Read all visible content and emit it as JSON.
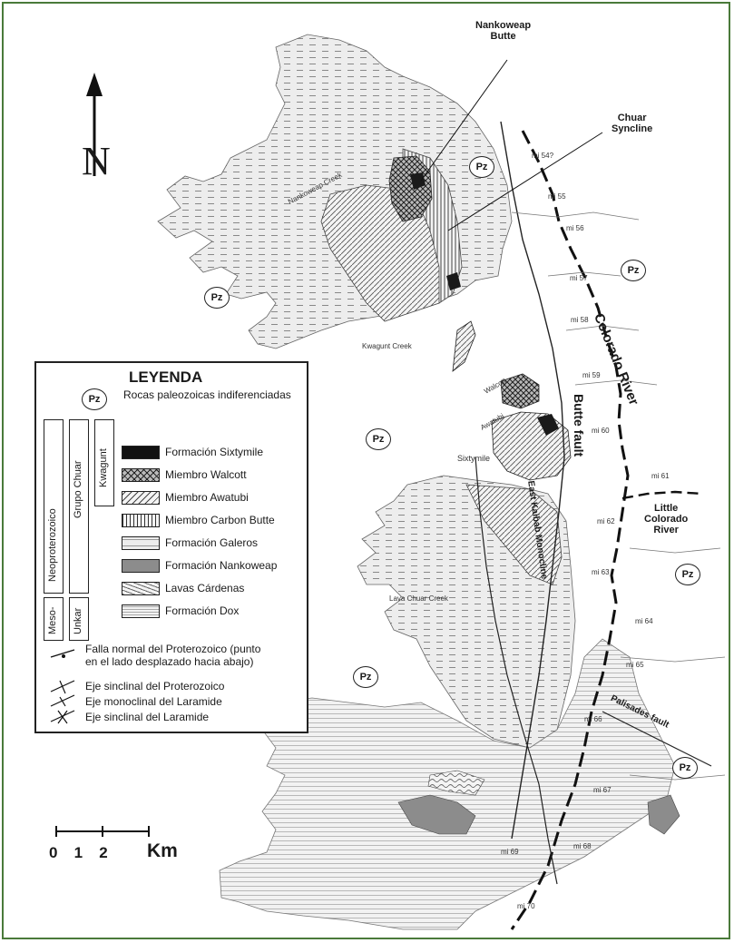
{
  "labels": {
    "nankoweap_butte": "Nankoweap\nButte",
    "chuar_syncline": "Chuar\nSyncline",
    "colorado_river": "Colorado River",
    "butte_fault": "Butte fault",
    "east_kaibab": "East Kaibab Monocline",
    "little_colorado": "Little\nColorado\nRiver",
    "palisades_fault": "Palisades fault",
    "kwagunt_creek": "Kwagunt Creek",
    "lava_chuar_creek": "Lava Chuar Creek",
    "nankoweap_creek": "Nankoweap Creek",
    "walcott": "Walcott",
    "awatubi": "Awatubi",
    "sixtymile": "Sixtymile",
    "pz": "Pz"
  },
  "river_miles": [
    "mi 54?",
    "mi 55",
    "mi 56",
    "mi 57",
    "mi 58",
    "mi 59",
    "mi 60",
    "mi 61",
    "mi 62",
    "mi 63",
    "mi 64",
    "mi 65",
    "mi 66",
    "mi 67",
    "mi 68",
    "mi 69",
    "mi 70"
  ],
  "legend": {
    "title": "LEYENDA",
    "pz_label": "Rocas paleozoicas indiferenciadas",
    "groups": {
      "neo": "Neoproterozoico",
      "chuar": "Grupo Chuar",
      "kwagunt": "Kwagunt",
      "meso": "Meso-",
      "unkar": "Unkar"
    },
    "units": [
      {
        "label": "Formación Sixtymile",
        "pattern": "solid-black"
      },
      {
        "label": "Miembro Walcott",
        "pattern": "crosshatch"
      },
      {
        "label": "Miembro Awatubi",
        "pattern": "diagonal"
      },
      {
        "label": "Miembro Carbon Butte",
        "pattern": "vertical"
      },
      {
        "label": "Formación Galeros",
        "pattern": "dash"
      },
      {
        "label": "Formación Nankoweap",
        "pattern": "gray"
      },
      {
        "label": "Lavas Cárdenas",
        "pattern": "wavy"
      },
      {
        "label": "Formación Dox",
        "pattern": "horizontal"
      }
    ],
    "symbols": [
      {
        "label": "Falla normal del Proterozoico (punto",
        "label2": "en el lado desplazado hacia abajo)"
      },
      {
        "label": "Eje sinclinal del Proterozoico"
      },
      {
        "label": "Eje monoclinal del Laramide"
      },
      {
        "label": "Eje sinclinal del Laramide"
      }
    ]
  },
  "scale": {
    "ticks": "0   1   2",
    "unit": "Km"
  },
  "north": "N"
}
